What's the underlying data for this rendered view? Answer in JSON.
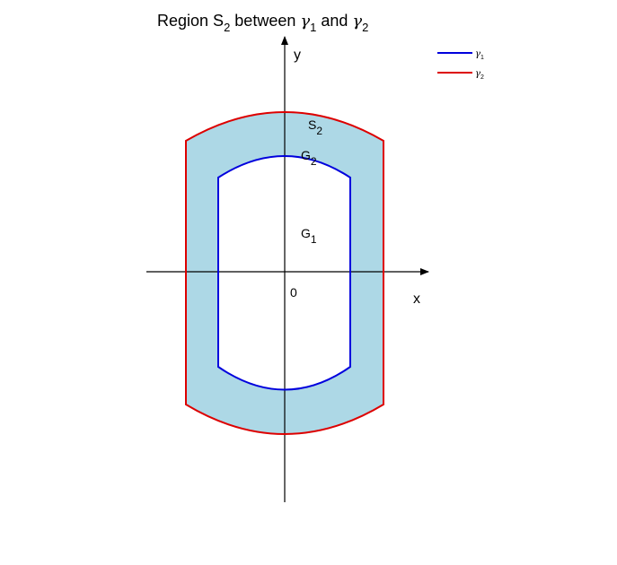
{
  "title": {
    "prefix": "Region S",
    "prefix_sub": "2",
    "middle": " between ",
    "g1": "γ",
    "g1_sub": "1",
    "and": " and ",
    "g2": "γ",
    "g2_sub": "2"
  },
  "axes": {
    "x_label": "x",
    "y_label": "y",
    "origin_label": "0"
  },
  "regions": {
    "s2": {
      "main": "S",
      "sub": "2"
    },
    "g2": {
      "main": "G",
      "sub": "2"
    },
    "g1": {
      "main": "G",
      "sub": "1"
    }
  },
  "legend": [
    {
      "symbol": "γ",
      "sub": "1",
      "color": "#0000dd"
    },
    {
      "symbol": "γ",
      "sub": "2",
      "color": "#dd0000"
    }
  ],
  "colors": {
    "fill": "#add8e6",
    "gamma1": "#0000dd",
    "gamma2": "#dd0000",
    "axis": "#000000"
  }
}
